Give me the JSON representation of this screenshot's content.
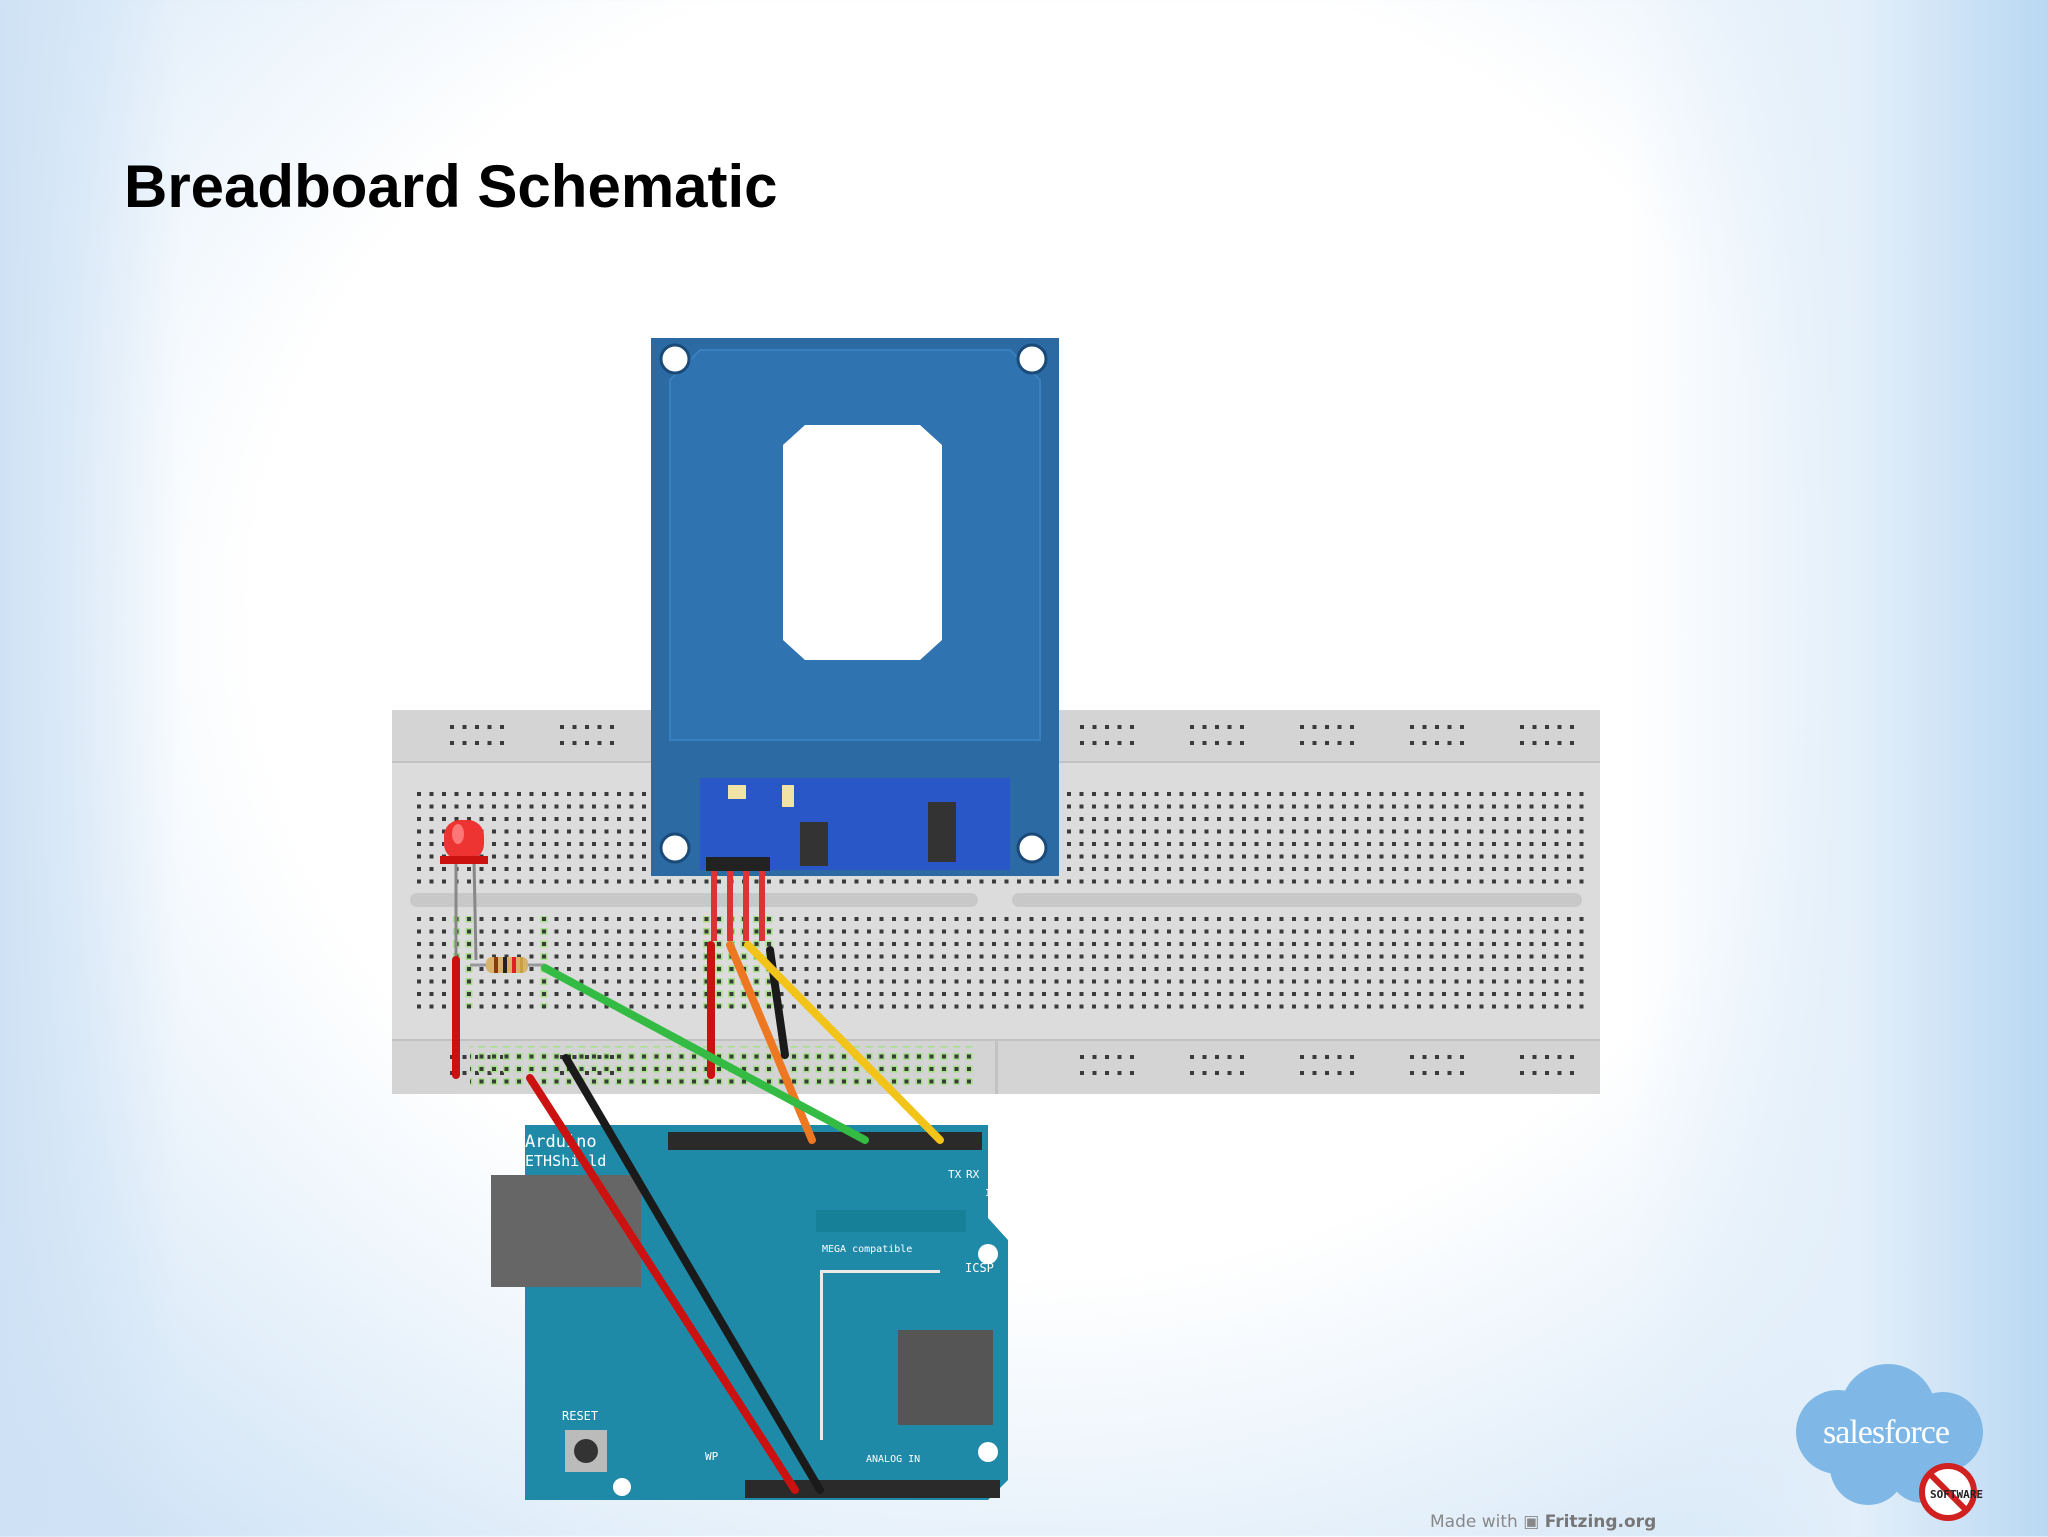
{
  "slide": {
    "title": "Breadboard Schematic"
  },
  "arduino": {
    "brand": "Arduino",
    "shield": "ETHShield",
    "reset_label": "RESET",
    "wp_label": "WP",
    "icsp_label": "ICSP",
    "mega_label": "MEGA compatible",
    "analog_label": "ANALOG IN",
    "tx_label": "TX",
    "rx_label": "RX",
    "int_label": "INT"
  },
  "footer": {
    "made_with": "Made with",
    "fritzing": "Fritzing.org"
  },
  "logo": {
    "text": "salesforce",
    "badge": "SOFTWARE"
  },
  "colors": {
    "breadboard": "#dcdcdc",
    "rfid_board": "#2b6aa3",
    "arduino_board": "#1f8aa8",
    "wire_red": "#cc1111",
    "wire_black": "#1a1a1a",
    "wire_green": "#33bb44",
    "wire_orange": "#ee7722",
    "wire_yellow": "#f2c318"
  }
}
